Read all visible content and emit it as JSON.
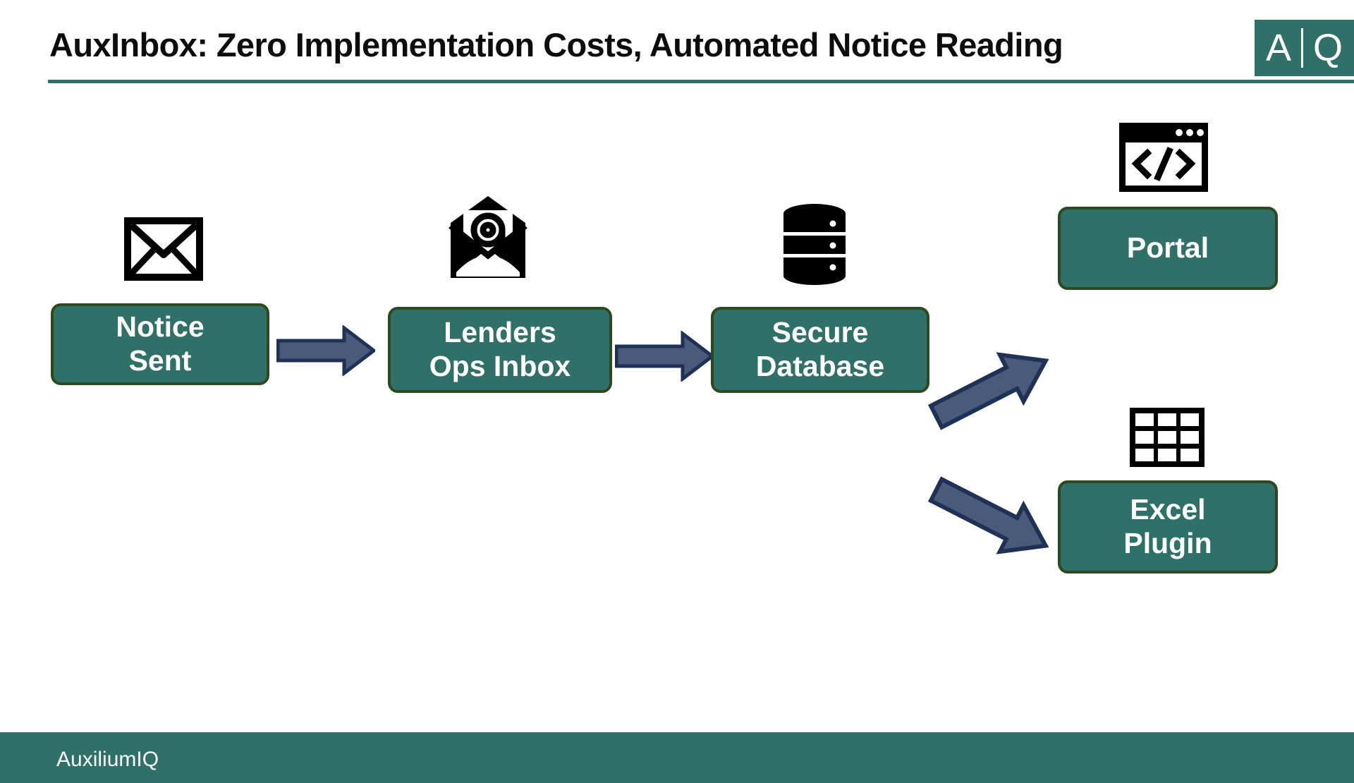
{
  "slide": {
    "title": "AuxInbox: Zero Implementation Costs, Automated Notice Reading",
    "brand": {
      "letter_left": "A",
      "letter_right": "Q",
      "background_color": "#2f7068"
    },
    "rule_color": "#2f7068",
    "background_color": "#ffffff"
  },
  "theme": {
    "node_fill": "#2f7068",
    "node_border": "#2d4a1f",
    "node_text": "#ffffff",
    "arrow_fill": "#4a5a79",
    "arrow_stroke": "#1f3157",
    "icon_color": "#000000",
    "footer_fill": "#2f7068"
  },
  "flow": {
    "nodes": [
      {
        "id": "notice",
        "label": "Notice\nSent",
        "line1": "Notice",
        "line2": "Sent",
        "icon": "envelope-closed-icon"
      },
      {
        "id": "inbox",
        "label": "Lenders\nOps Inbox",
        "line1": "Lenders",
        "line2": "Ops Inbox",
        "icon": "envelope-open-at-icon"
      },
      {
        "id": "db",
        "label": "Secure\nDatabase",
        "line1": "Secure",
        "line2": "Database",
        "icon": "database-icon"
      },
      {
        "id": "portal",
        "label": "Portal",
        "line1": "Portal",
        "line2": "",
        "icon": "code-window-icon"
      },
      {
        "id": "excel",
        "label": "Excel\nPlugin",
        "line1": "Excel",
        "line2": "Plugin",
        "icon": "spreadsheet-grid-icon"
      }
    ],
    "connectors": [
      {
        "id": "notice-to-inbox",
        "from": "notice",
        "to": "inbox",
        "direction": "right"
      },
      {
        "id": "inbox-to-db",
        "from": "inbox",
        "to": "db",
        "direction": "right"
      },
      {
        "id": "db-to-portal",
        "from": "db",
        "to": "portal",
        "direction": "up-right"
      },
      {
        "id": "db-to-excel",
        "from": "db",
        "to": "excel",
        "direction": "down-right"
      }
    ]
  },
  "footer": {
    "company": "AuxiliumIQ"
  }
}
